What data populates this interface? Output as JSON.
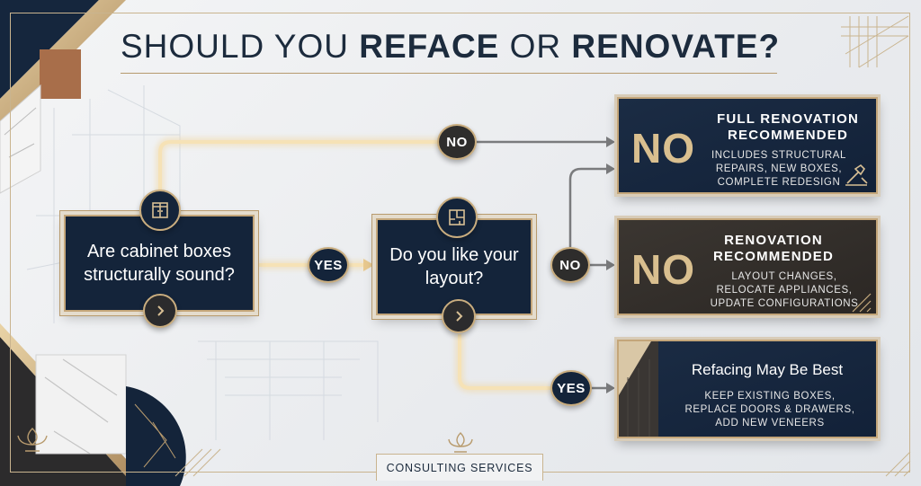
{
  "title": {
    "part1": "SHOULD YOU ",
    "part2": "REFACE",
    "part3": " OR ",
    "part4": "RENOVATE?"
  },
  "questions": {
    "q1": "Are cabinet boxes structurally sound?",
    "q2": "Do you like your layout?"
  },
  "connectors": {
    "no_top": "NO",
    "yes_mid": "YES",
    "no_mid": "NO",
    "yes_bottom": "YES"
  },
  "results": {
    "full": {
      "badge": "NO",
      "title": "FULL RENOVATION RECOMMENDED",
      "desc": [
        "INCLUDES STRUCTURAL",
        "REPAIRS, NEW BOXES,",
        "COMPLETE REDESIGN"
      ]
    },
    "reno": {
      "badge": "NO",
      "title": "RENOVATION RECOMMENDED",
      "desc": [
        "LAYOUT CHANGES,",
        "RELOCATE APPLIANCES,",
        "UPDATE CONFIGURATIONS"
      ]
    },
    "reface": {
      "title": "Refacing May Be Best",
      "desc": [
        "KEEP EXISTING BOXES,",
        "REPLACE DOORS & DRAWERS,",
        "ADD NEW VENEERS"
      ]
    }
  },
  "footer": "CONSULTING SERVICES",
  "colors": {
    "navy": "#14243a",
    "gold": "#c9ad7f",
    "charcoal": "#2e2d2c",
    "glow": "#f1d9a8"
  }
}
